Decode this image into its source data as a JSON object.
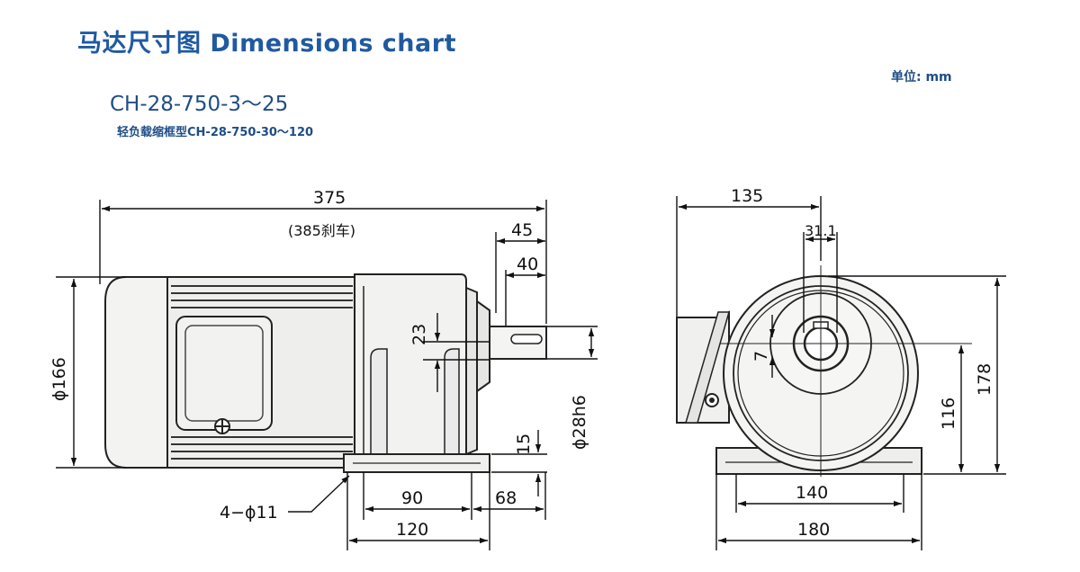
{
  "title": "马达尺寸图 Dimensions chart",
  "unit": "单位: mm",
  "model": "CH-28-750-3～25",
  "model_sub": "轻负载缩框型CH-28-750-30～120",
  "side_view": {
    "overall_length": "375",
    "overall_length_brake": "(385刹车)",
    "shaft_45": "45",
    "shaft_40": "40",
    "shaft_23": "23",
    "diameter_166": "ϕ166",
    "shaft_diameter": "ϕ28h6",
    "foot_15": "15",
    "foot_90": "90",
    "foot_68": "68",
    "foot_120": "120",
    "holes": "4−ϕ11"
  },
  "front_view": {
    "width_135": "135",
    "key_31_1": "31.1",
    "key_7": "7",
    "height_178": "178",
    "height_116": "116",
    "base_140": "140",
    "base_180": "180"
  }
}
